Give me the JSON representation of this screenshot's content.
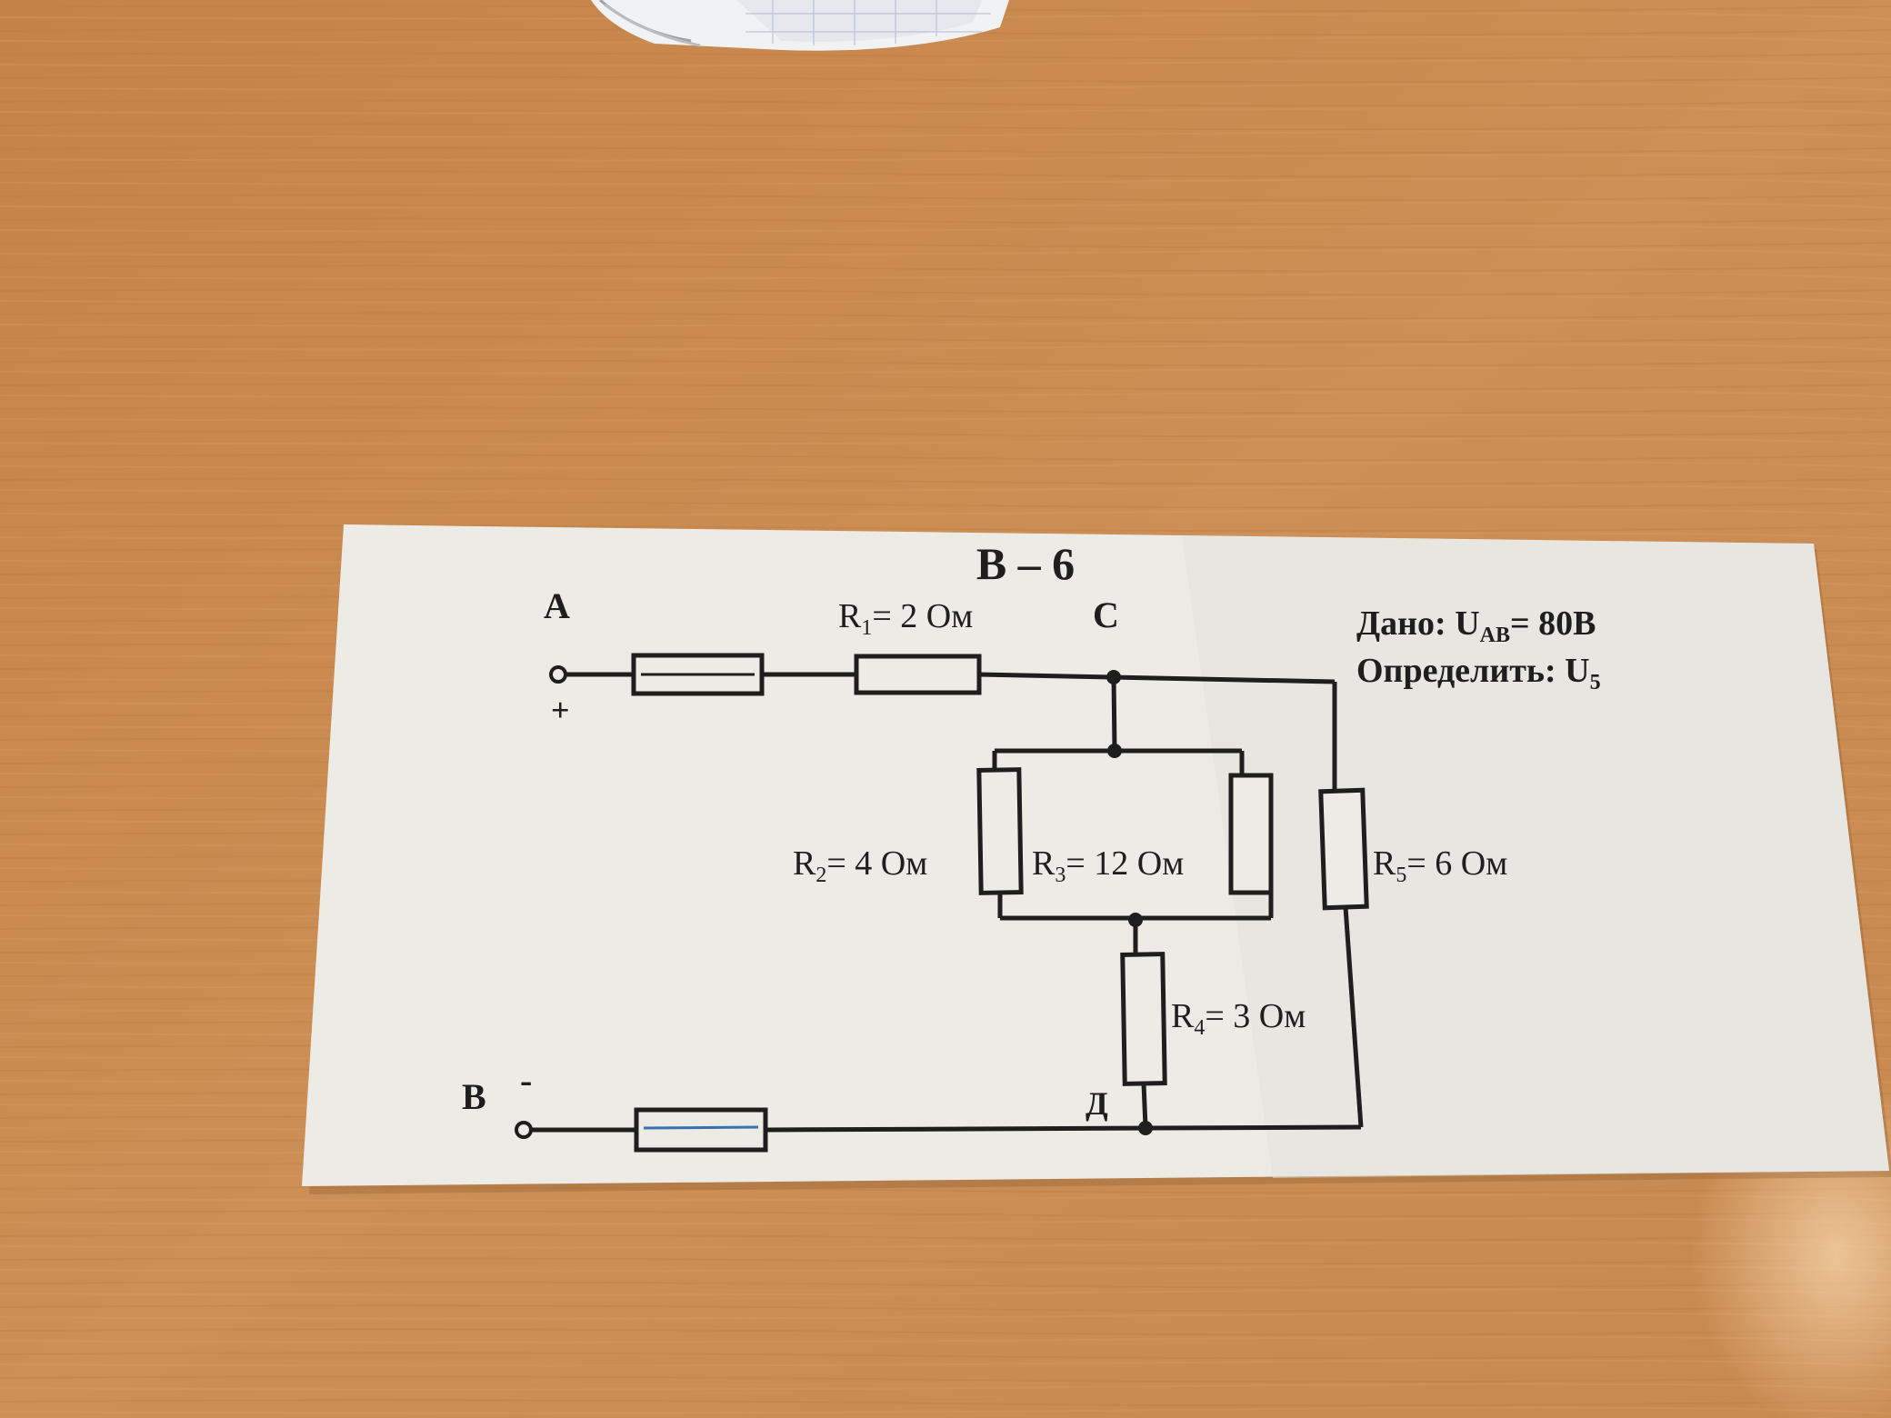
{
  "colors": {
    "desk": "#c98a50",
    "paper": "#ecebe6",
    "ink": "#1e1e1e",
    "fuse_mark": "#3a6fb0"
  },
  "card": {
    "title": "В – 6",
    "given_prefix": "Дано: U",
    "given_sub": "AB",
    "given_suffix": "= 80В",
    "find_prefix": "Определить: U",
    "find_sub": "5"
  },
  "nodes": {
    "A": "A",
    "B": "B",
    "C": "C",
    "D": "Д",
    "plus": "+",
    "minus": "-"
  },
  "resistors": [
    {
      "id": "r1",
      "name": "R",
      "sub": "1",
      "value": "= 2 Ом"
    },
    {
      "id": "r2",
      "name": "R",
      "sub": "2",
      "value": "= 4 Ом"
    },
    {
      "id": "r3",
      "name": "R",
      "sub": "3",
      "value": "= 12 Ом"
    },
    {
      "id": "r4",
      "name": "R",
      "sub": "4",
      "value": "= 3 Ом"
    },
    {
      "id": "r5",
      "name": "R",
      "sub": "5",
      "value": "= 6 Ом"
    }
  ]
}
